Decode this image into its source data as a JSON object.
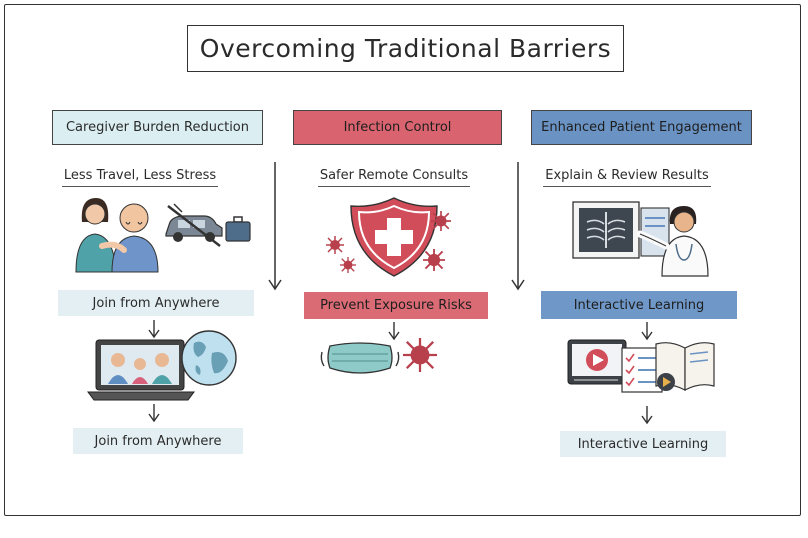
{
  "title": "Overcoming Traditional Barriers",
  "colors": {
    "col1_header": "#dbeef2",
    "col2_header": "#d9646f",
    "col3_header": "#6a93c4",
    "col1_band": "#e4eff3",
    "col2_band": "#da6a74",
    "col3_band": "#6f98c8",
    "virus": "#b8404d",
    "outline": "#333333"
  },
  "columns": [
    {
      "header": "Caregiver Burden Reduction",
      "subtitle": "Less Travel, Less Stress",
      "band1": "Join from Anywhere",
      "band2": "Join from Anywhere",
      "icons": [
        "caregiver-with-elder-icon",
        "crossed-out-car-icon",
        "suitcase-icon",
        "laptop-video-call-icon",
        "globe-icon"
      ]
    },
    {
      "header": "Infection Control",
      "subtitle": "Safer Remote Consults",
      "band1": "Prevent Exposure Risks",
      "icons": [
        "medical-shield-icon",
        "virus-icon",
        "face-mask-icon"
      ]
    },
    {
      "header": "Enhanced Patient Engagement",
      "subtitle": "Explain & Review Results",
      "band1": "Interactive Learning",
      "band2": "Interactive Learning",
      "icons": [
        "xray-screen-icon",
        "doctor-icon",
        "video-player-icon",
        "checklist-icon",
        "open-book-icon"
      ]
    }
  ]
}
